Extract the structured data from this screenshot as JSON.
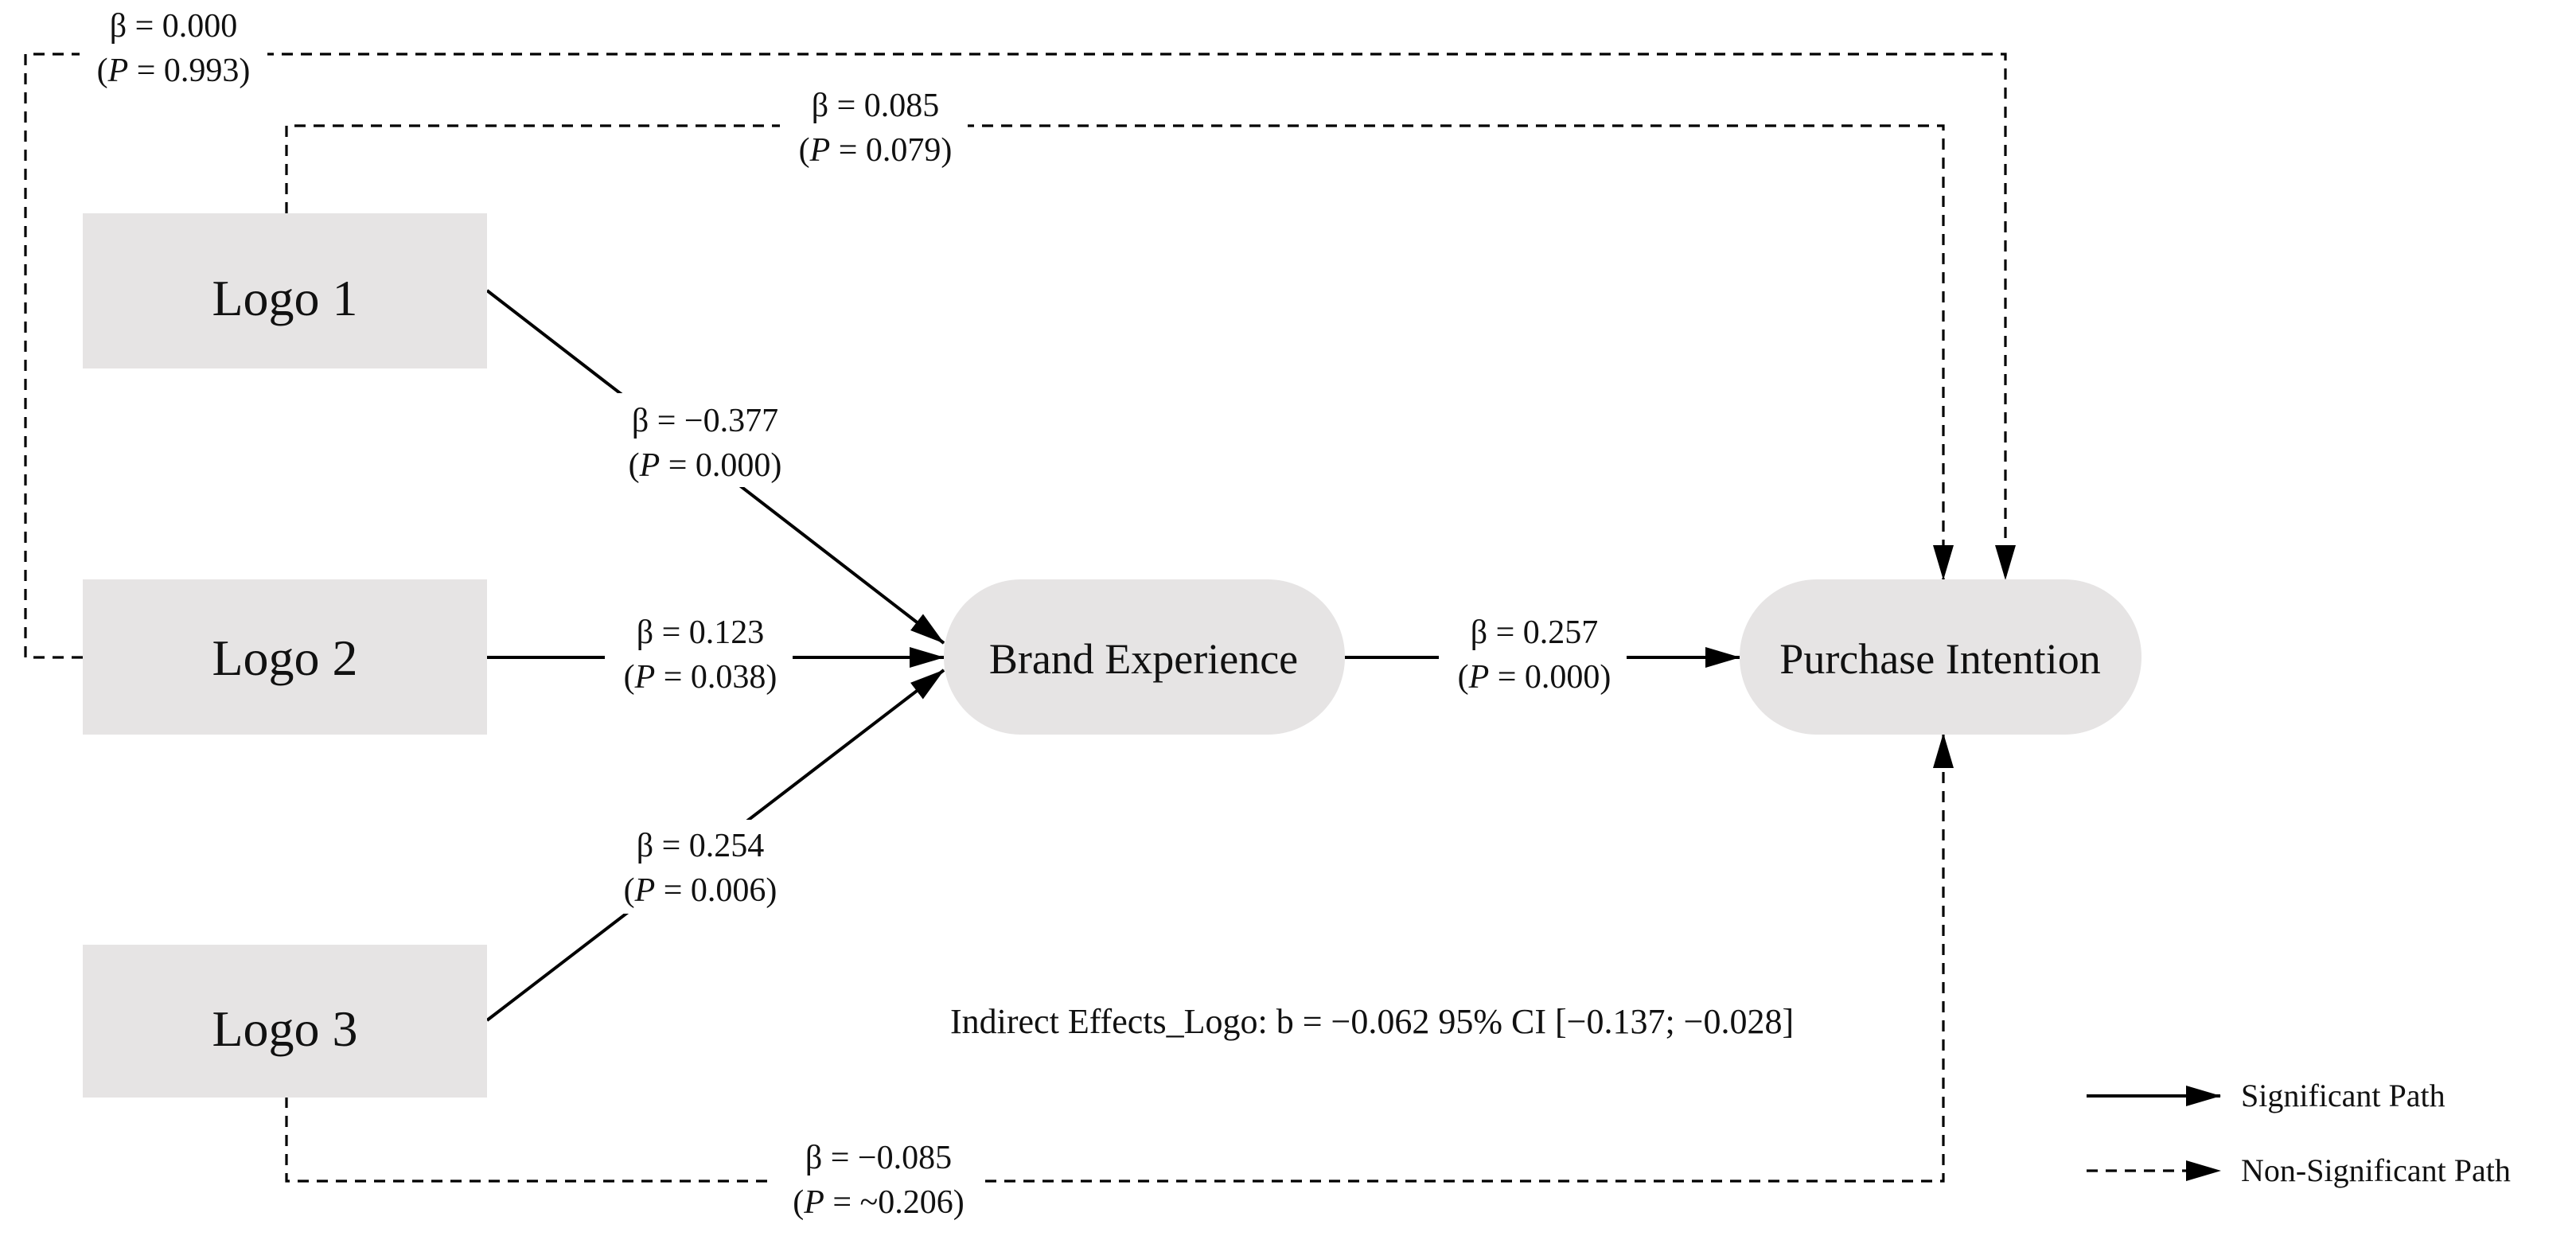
{
  "nodes": {
    "logo1": "Logo 1",
    "logo2": "Logo 2",
    "logo3": "Logo 3",
    "brand_experience": "Brand Experience",
    "purchase_intention": "Purchase Intention"
  },
  "paths": {
    "logo1_to_brand": {
      "beta": "β = −0.377",
      "p_prefix": "(",
      "p_italic": "P",
      "p_value": " = 0.000)",
      "significant": true
    },
    "logo2_to_brand": {
      "beta": "β = 0.123",
      "p_prefix": "(",
      "p_italic": "P",
      "p_value": " = 0.038)",
      "significant": true
    },
    "logo3_to_brand": {
      "beta": "β = 0.254",
      "p_prefix": "(",
      "p_italic": "P",
      "p_value": " = 0.006)",
      "significant": true
    },
    "brand_to_purchase": {
      "beta": "β = 0.257",
      "p_prefix": "(",
      "p_italic": "P",
      "p_value": " = 0.000)",
      "significant": true
    },
    "logo1_to_purchase": {
      "beta": "β = 0.085",
      "p_prefix": "(",
      "p_italic": "P",
      "p_value": " = 0.079)",
      "significant": false
    },
    "logo2_to_purchase": {
      "beta": "β = 0.000",
      "p_prefix": "(",
      "p_italic": "P",
      "p_value": " = 0.993)",
      "significant": false
    },
    "logo3_to_purchase": {
      "beta": "β = −0.085",
      "p_prefix": "(",
      "p_italic": "P",
      "p_value": " = ~0.206)",
      "significant": false
    }
  },
  "indirect_effects": "Indirect Effects_Logo: b = −0.062 95% CI [−0.137; −0.028]",
  "legend": {
    "significant": "Significant Path",
    "non_significant": "Non-Significant Path"
  },
  "colors": {
    "node_fill": "#e6e4e4",
    "line": "#000000",
    "background": "#ffffff"
  }
}
